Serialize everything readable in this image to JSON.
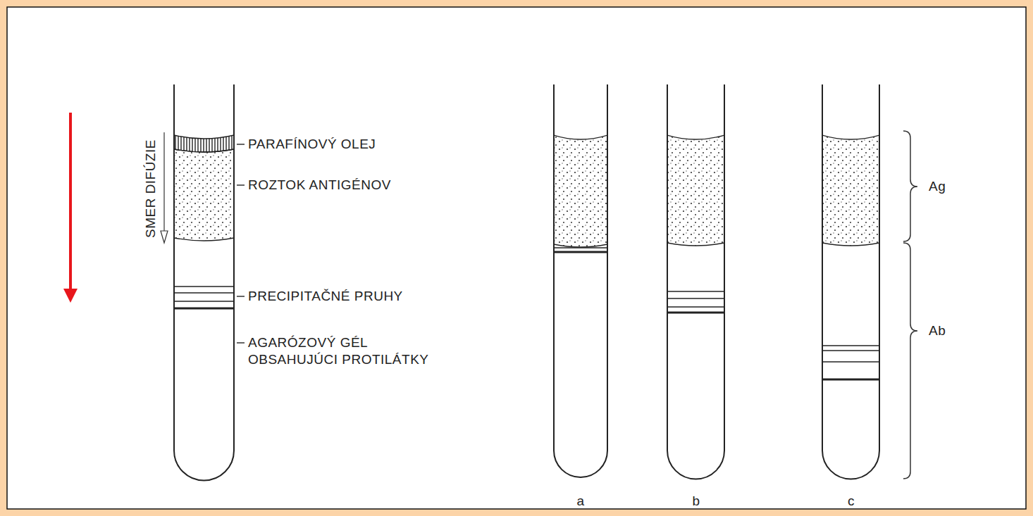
{
  "diagram": {
    "labels": [
      "SMER DIFÚZIE",
      "PARAFÍNOVÝ OLEJ",
      "ROZTOK ANTIGÉNOV",
      "PRECIPITAČNÉ PRUHY",
      "AGARÓZOVÝ GÉL OBSAHUJÚCI PROTILÁTKY",
      "a",
      "b",
      "c",
      "Ag",
      "Ab"
    ]
  }
}
